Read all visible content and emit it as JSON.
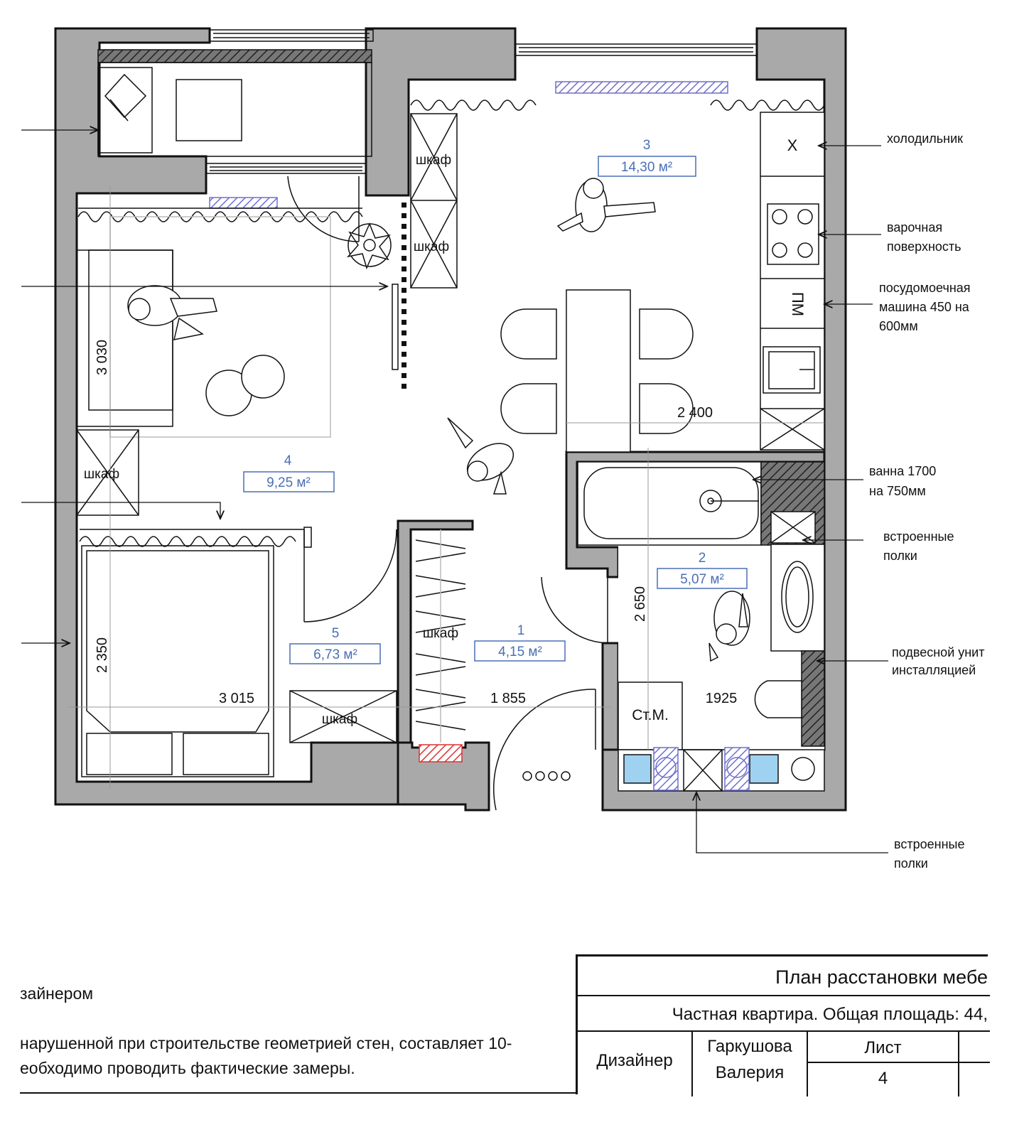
{
  "rooms": [
    {
      "number": "3",
      "area": "14,30 м²"
    },
    {
      "number": "4",
      "area": "9,25 м²"
    },
    {
      "number": "2",
      "area": "5,07 м²"
    },
    {
      "number": "5",
      "area": "6,73 м²"
    },
    {
      "number": "1",
      "area": "4,15 м²"
    }
  ],
  "labels": {
    "wardrobe": "шкаф",
    "fridge_mark": "X",
    "dishwasher_mark": "ПМ",
    "washing_machine": "Ст.М."
  },
  "dimensions": {
    "d3030": "3 030",
    "d2400": "2 400",
    "d2650": "2 650",
    "d2350": "2 350",
    "d3015": "3 015",
    "d1855": "1 855",
    "d1925": "1925"
  },
  "notes": {
    "fridge": "холодильник",
    "hob": [
      "варочная",
      "поверхность"
    ],
    "dishwasher": [
      "посудомоечная",
      "машина 450 на",
      "600мм"
    ],
    "bath": [
      "ванна 1700",
      "на 750мм"
    ],
    "shelves1": [
      "встроенные",
      "полки"
    ],
    "toilet": [
      "подвесной унит",
      "инсталляцией"
    ],
    "shelves2": [
      "встроенные",
      "полки"
    ]
  },
  "footer": {
    "line1": "зайнером",
    "line2": " нарушенной при строительстве геометрией стен, составляет 10-",
    "line3": "еобходимо проводить фактические замеры."
  },
  "title_block": {
    "title": "План расстановки мебе",
    "subtitle": "Частная квартира. Общая площадь: 44,",
    "role": "Дизайнер",
    "name_line1": "Гаркушова",
    "name_line2": "Валерия",
    "sheet_label": "Лист",
    "sheet_number": "4"
  },
  "colors": {
    "wall": "#a9a9a9",
    "area_text": "#4a6fb5",
    "radiator": "#6f6fd0",
    "red_hatch": "#e03030"
  }
}
